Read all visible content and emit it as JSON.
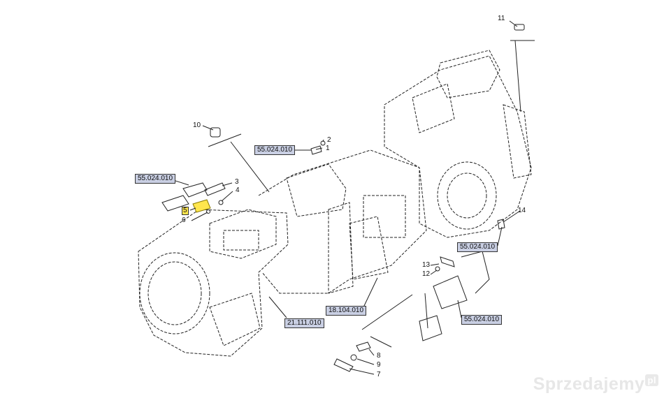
{
  "callouts": [
    "1",
    "2",
    "3",
    "4",
    "5",
    "6",
    "7",
    "8",
    "9",
    "10",
    "11",
    "12",
    "13",
    "14"
  ],
  "refs": [
    "55.024.010",
    "55.024.010",
    "55.024.010",
    "55.024.010",
    "18.104.010",
    "21.111.010"
  ],
  "watermark": {
    "text": "Sprzedajemy",
    "badge": "pl"
  },
  "colors": {
    "highlight": "#ffe64d",
    "ref_box": "#c9cfe3",
    "line": "#222222"
  }
}
